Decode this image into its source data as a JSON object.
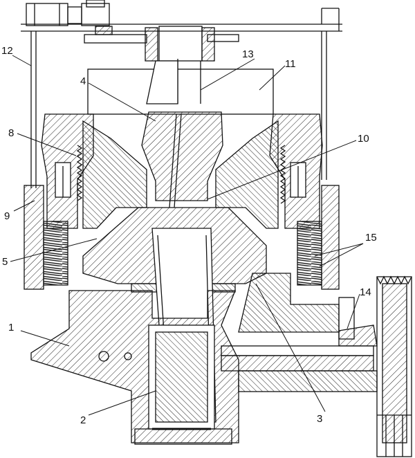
{
  "colors": {
    "line": "#111111",
    "hatch": "#222222",
    "background": "#ffffff"
  },
  "parts": [
    {
      "id": "part-1",
      "label": "1"
    },
    {
      "id": "part-2",
      "label": "2"
    },
    {
      "id": "part-3",
      "label": "3"
    },
    {
      "id": "part-4",
      "label": "4"
    },
    {
      "id": "part-5",
      "label": "5"
    },
    {
      "id": "part-8",
      "label": "8"
    },
    {
      "id": "part-9",
      "label": "9"
    },
    {
      "id": "part-10",
      "label": "10"
    },
    {
      "id": "part-11",
      "label": "11"
    },
    {
      "id": "part-12",
      "label": "12"
    },
    {
      "id": "part-13",
      "label": "13"
    },
    {
      "id": "part-14",
      "label": "14"
    },
    {
      "id": "part-15",
      "label": "15"
    }
  ]
}
